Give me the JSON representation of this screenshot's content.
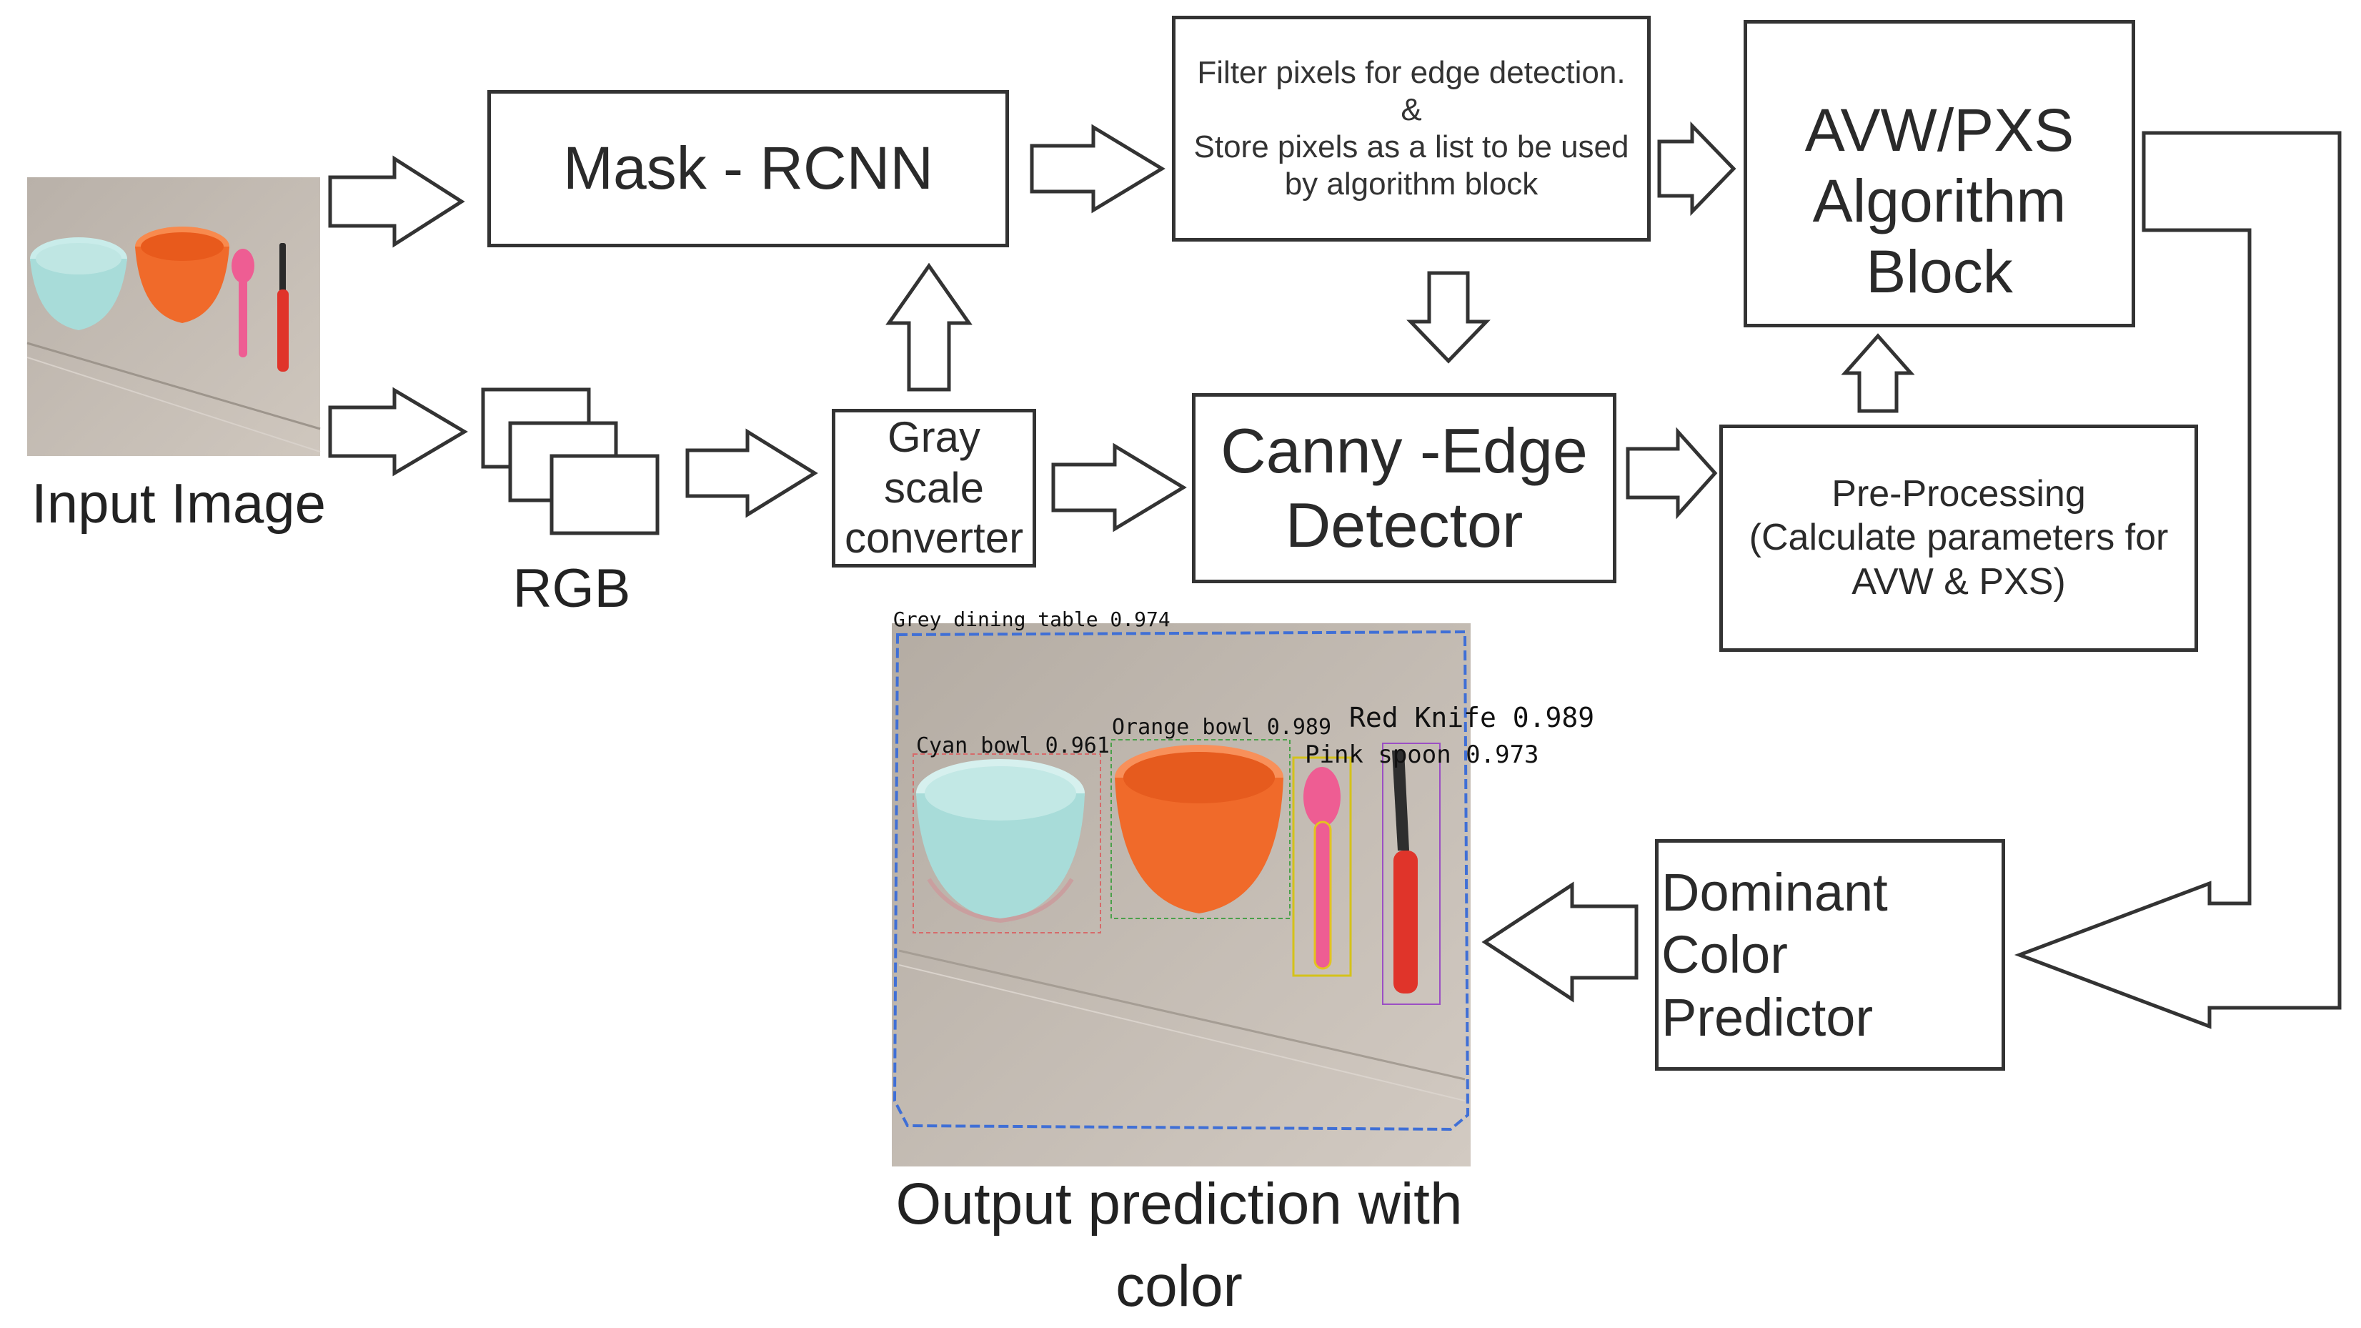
{
  "input_label": "Input Image",
  "rgb_label": "RGB",
  "mask_rcnn": "Mask - RCNN",
  "filter_block": {
    "line1": "Filter pixels for edge detection.",
    "line2": "&",
    "line3": "Store pixels as a list to be used",
    "line4": "by algorithm block"
  },
  "algorithm_block": {
    "line1": "AVW/PXS",
    "line2": "Algorithm Block"
  },
  "grayscale": {
    "line1": "Gray scale",
    "line2": "converter"
  },
  "canny": {
    "line1": "Canny -Edge",
    "line2": "Detector"
  },
  "preprocessing": {
    "line1": "Pre-Processing",
    "line2": "(Calculate parameters for",
    "line3": "AVW & PXS)"
  },
  "dominant": {
    "line1": "Dominant",
    "line2": "Color Predictor"
  },
  "output_label": {
    "line1": "Output prediction with",
    "line2": "color"
  },
  "detections": {
    "table": "Grey dining table 0.974",
    "cyan_bowl": "Cyan bowl 0.961",
    "orange_bowl": "Orange bowl 0.989",
    "red_knife": "Red Knife 0.989",
    "pink_spoon": "Pink spoon 0.973"
  },
  "colors": {
    "box_border": "#333333",
    "arrow_stroke": "#333333",
    "cyan_bowl": "#a8dcd9",
    "orange_bowl": "#f06a2a",
    "pink_spoon": "#ee5d93",
    "red_knife": "#e0342a",
    "table_surface": "#bfb6ad",
    "mask_outline": "#3f6fd6"
  }
}
